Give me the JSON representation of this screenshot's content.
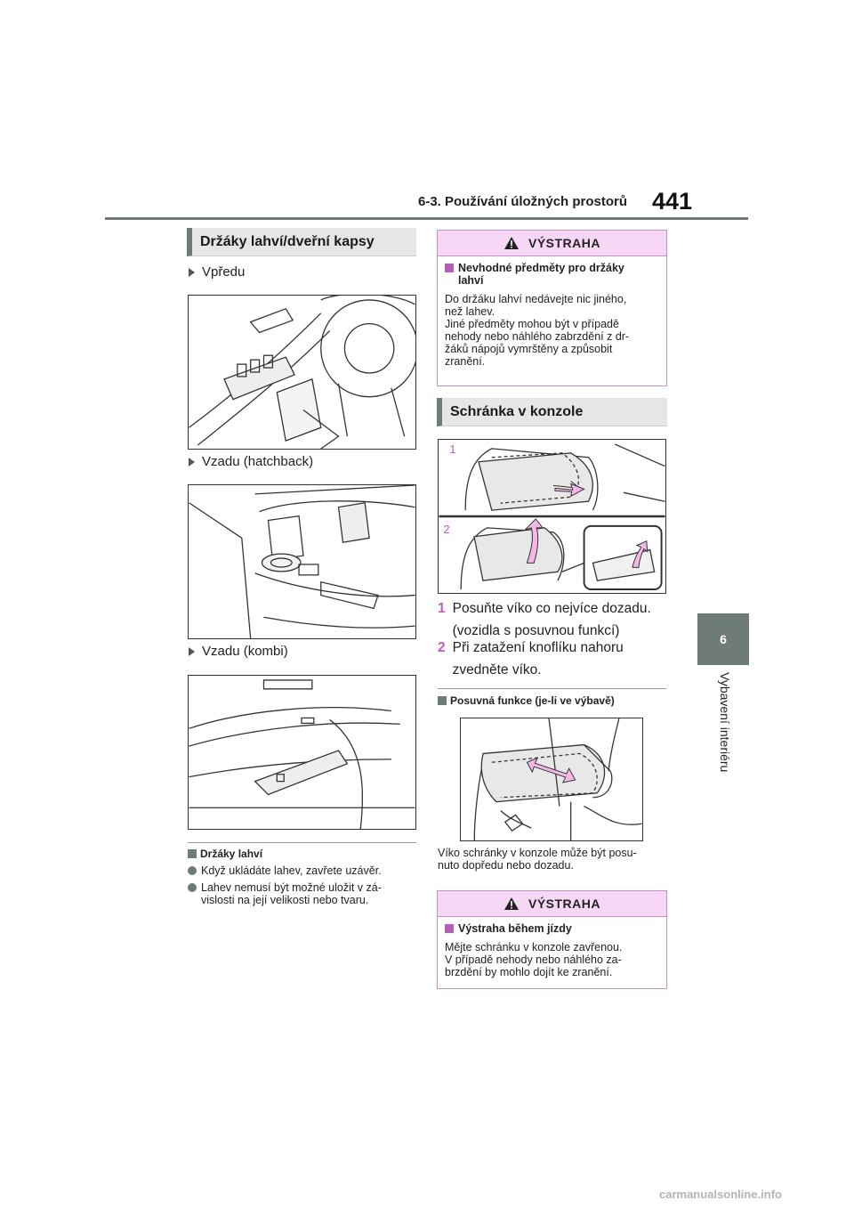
{
  "header": {
    "section_title": "6-3. Používání úložných prostorů",
    "page_number": "441"
  },
  "side_tab": {
    "number": "6",
    "label": "Vybavení interiéru"
  },
  "left": {
    "heading": "Držáky lahví/dveřní kapsy",
    "figures": [
      {
        "label": "Vpředu"
      },
      {
        "label": "Vzadu (hatchback)"
      },
      {
        "label": "Vzadu (kombi)"
      }
    ],
    "notes": {
      "title": "Držáky lahví",
      "items": [
        [
          "Když ukládáte lahev, zavřete uzávěr."
        ],
        [
          "Lahev nemusí být možné uložit v zá-",
          "vislosti na její velikosti nebo tvaru."
        ]
      ]
    }
  },
  "right": {
    "warning1": {
      "title": "VÝSTRAHA",
      "subtitle": [
        "Nevhodné předměty pro držáky",
        "lahví"
      ],
      "body": [
        "Do držáku lahví nedávejte nic jiného,",
        "než lahev.",
        "Jiné předměty mohou být v případě",
        "nehody nebo náhlého zabrzdění z dr-",
        "žáků nápojů vymrštěny a způsobit",
        "zranění."
      ]
    },
    "heading": "Schránka v konzole",
    "figure_markers": [
      "1",
      "2"
    ],
    "steps": [
      {
        "num": "1",
        "lines": [
          "Posuňte víko co nejvíce dozadu.",
          "(vozidla s posuvnou funkcí)"
        ]
      },
      {
        "num": "2",
        "lines": [
          "Při zatažení knoflíku nahoru",
          "zvedněte víko."
        ]
      }
    ],
    "slide_note": {
      "title": "Posuvná funkce (je-li ve výbavě)",
      "caption": [
        "Víko schránky v konzole může být posu-",
        "nuto dopředu nebo dozadu."
      ]
    },
    "warning2": {
      "title": "VÝSTRAHA",
      "subtitle": [
        "Výstraha během jízdy"
      ],
      "body": [
        "Mějte schránku v konzole zavřenou.",
        "V případě nehody nebo náhlého za-",
        "brzdění by mohlo dojít ke zranění."
      ]
    }
  },
  "footer": {
    "watermark": "carmanualsonline.info"
  },
  "colors": {
    "accent_gray": "#6f7b76",
    "warning_pink": "#f6d7f6",
    "warning_border": "#c98fc9",
    "marker_magenta": "#c25bc2"
  }
}
